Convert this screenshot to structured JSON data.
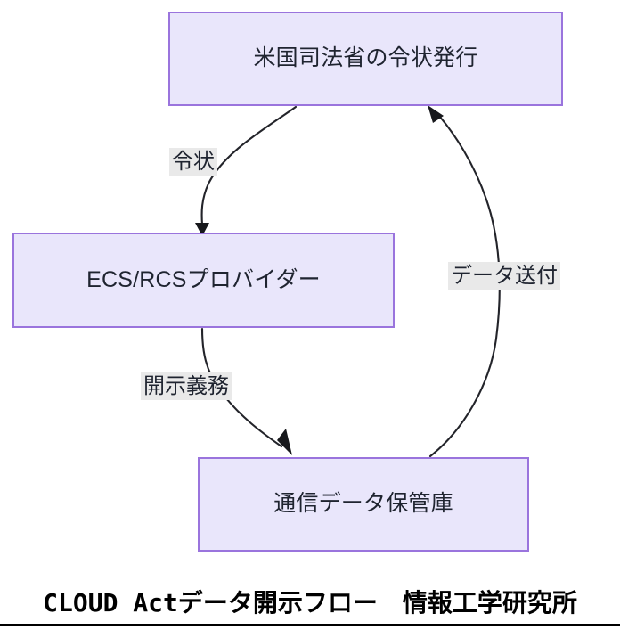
{
  "diagram": {
    "title": "CLOUD Actデータ開示フロー　情報工学研究所",
    "type": "flowchart",
    "direction": "cycle",
    "colors": {
      "node_fill": "#e9e6fb",
      "node_border": "#9a74dd",
      "node_text": "#1f2430",
      "edge_stroke": "#23242a",
      "edge_label_bg": "#e9e9e9",
      "caption_text": "#000000",
      "background": "#ffffff"
    },
    "nodes": [
      {
        "id": "doj",
        "label": "米国司法省の令状発行"
      },
      {
        "id": "provider",
        "label": "ECS/RCSプロバイダー"
      },
      {
        "id": "storage",
        "label": "通信データ保管庫"
      }
    ],
    "edges": [
      {
        "id": "warrant",
        "from": "doj",
        "to": "provider",
        "label": "令状"
      },
      {
        "id": "disclosure",
        "from": "provider",
        "to": "storage",
        "label": "開示義務"
      },
      {
        "id": "transfer",
        "from": "storage",
        "to": "doj",
        "label": "データ送付"
      }
    ]
  },
  "footer": {
    "caption": "CLOUD Actデータ開示フロー　情報工学研究所"
  }
}
